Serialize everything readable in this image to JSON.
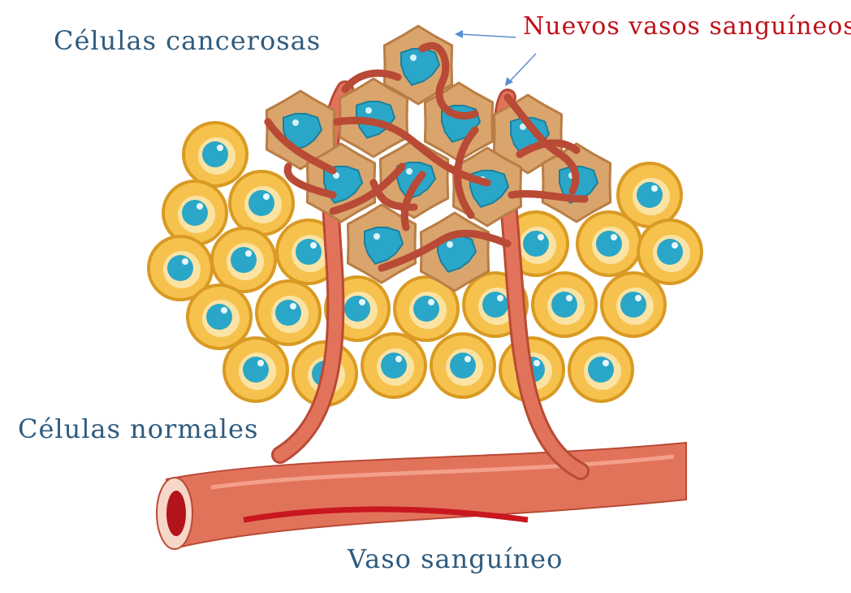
{
  "labels": {
    "cancer_cells": "Células cancerosas",
    "new_vessels": "Nuevos vasos sanguíneos",
    "normal_cells": "Células normales",
    "blood_vessel": "Vaso sanguíneo"
  },
  "colors": {
    "normal_cell_fill": "#f6c24d",
    "normal_cell_edge": "#d99a23",
    "nucleus": "#2aa7c8",
    "cancer_cell_fill": "#d9a56d",
    "cancer_cell_edge": "#b97d45",
    "vessel": "#e2735b",
    "vessel_edge": "#b94a36",
    "arrow": "#5a8fd0",
    "cancer_label": "#2f5b7e",
    "new_vessels_label": "#c0101a"
  }
}
